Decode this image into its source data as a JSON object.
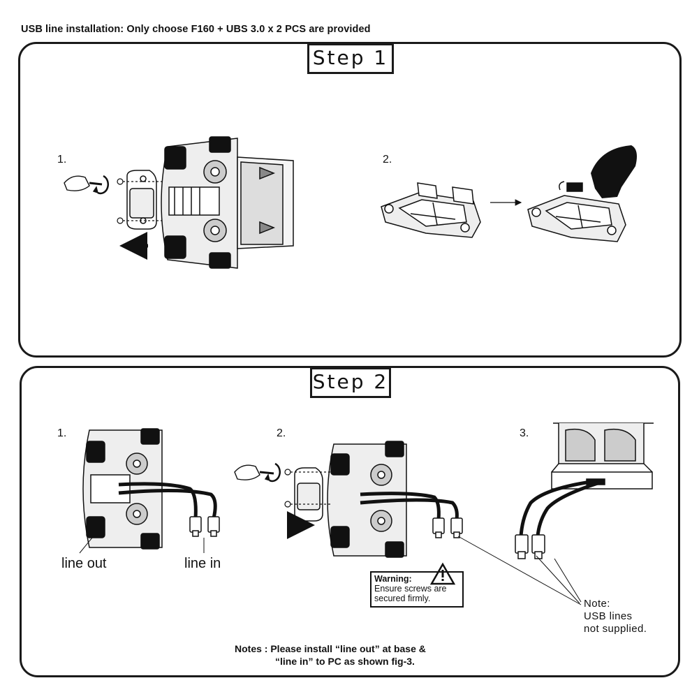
{
  "header": {
    "prefix": "USB line installation: Only choose ",
    "emphasis": "F160 + UBS 3.0 x 2 PCS",
    "suffix": " are provided"
  },
  "step1": {
    "title": "Step 1",
    "fig1_number": "1.",
    "fig2_number": "2."
  },
  "step2": {
    "title": "Step 2",
    "fig1_number": "1.",
    "fig2_number": "2.",
    "fig3_number": "3.",
    "label_line_out": "line out",
    "label_line_in": "line in",
    "warning_title": "Warning:",
    "warning_line1": "Ensure screws are",
    "warning_line2": "secured firmly.",
    "note_line1": "Note:",
    "note_line2": "USB lines",
    "note_line3": "not supplied.",
    "notes_line1": "Notes : Please install “line out” at base &",
    "notes_line2": "“line in” to PC as shown fig-3."
  }
}
